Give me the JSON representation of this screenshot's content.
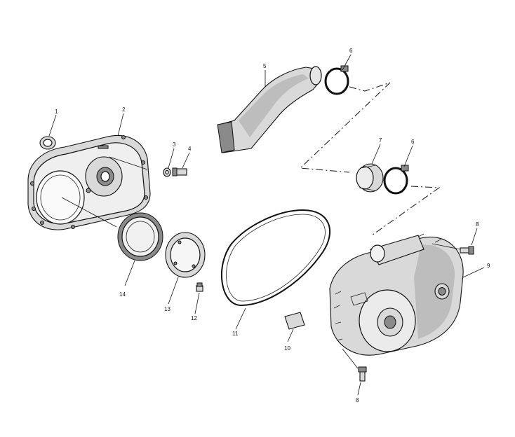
{
  "callouts": [
    {
      "id": "1",
      "text": "1"
    },
    {
      "id": "2",
      "text": "2"
    },
    {
      "id": "3",
      "text": "3"
    },
    {
      "id": "4",
      "text": "4"
    },
    {
      "id": "5",
      "text": "5"
    },
    {
      "id": "6a",
      "text": "6"
    },
    {
      "id": "6b",
      "text": "6"
    },
    {
      "id": "7",
      "text": "7"
    },
    {
      "id": "8a",
      "text": "8"
    },
    {
      "id": "8b",
      "text": "8"
    },
    {
      "id": "9",
      "text": "9"
    },
    {
      "id": "10",
      "text": "10"
    },
    {
      "id": "11",
      "text": "11"
    },
    {
      "id": "12",
      "text": "12"
    },
    {
      "id": "13",
      "text": "13"
    },
    {
      "id": "14",
      "text": "14"
    }
  ]
}
